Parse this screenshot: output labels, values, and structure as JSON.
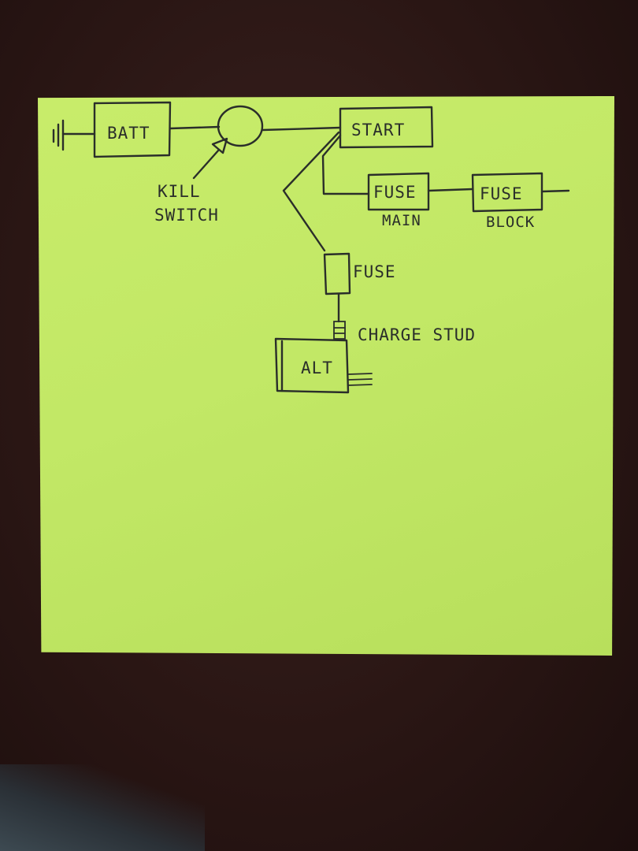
{
  "diagram": {
    "nodes": {
      "batt": "BATT",
      "start": "START",
      "fuse_main": "FUSE",
      "fuse_block": "FUSE",
      "fuse_charge": "FUSE",
      "alt": "ALT"
    },
    "labels": {
      "kill_line1": "KILL",
      "kill_line2": "SWITCH",
      "main": "MAIN",
      "block": "BLOCK",
      "charge_stud": "CHARGE STUD"
    }
  }
}
